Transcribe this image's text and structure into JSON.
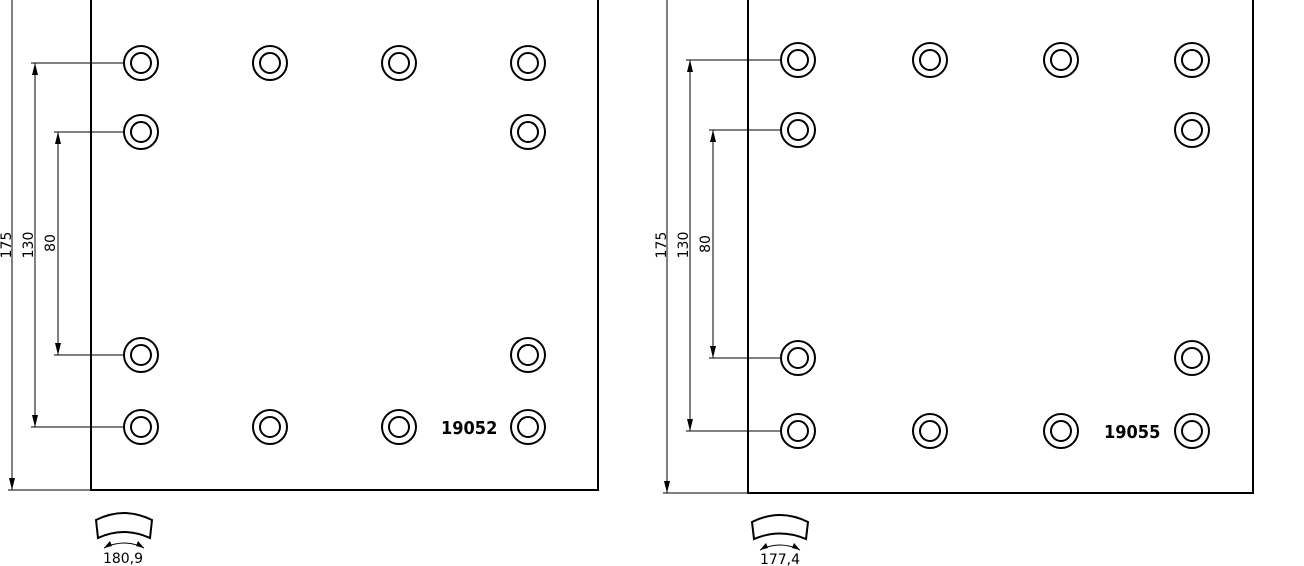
{
  "drawings": [
    {
      "part_number": "19052",
      "dimensions": {
        "overall_height": "175",
        "outer_hole_spacing": "130",
        "inner_hole_spacing": "80"
      },
      "arc_radius": "180,9"
    },
    {
      "part_number": "19055",
      "dimensions": {
        "overall_height": "175",
        "outer_hole_spacing": "130",
        "inner_hole_spacing": "80"
      },
      "arc_radius": "177,4"
    }
  ]
}
